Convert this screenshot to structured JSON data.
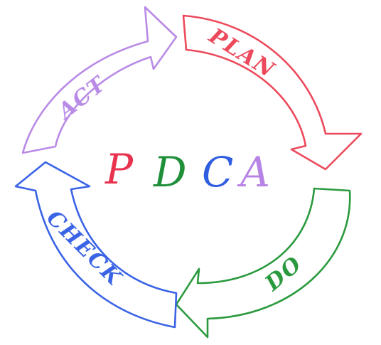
{
  "diagram": {
    "center": [
      {
        "letter": "P",
        "color": "#e8334f"
      },
      {
        "letter": "D",
        "color": "#1f8f3a"
      },
      {
        "letter": "C",
        "color": "#2f5ee0"
      },
      {
        "letter": "A",
        "color": "#b784e6"
      }
    ],
    "stages": {
      "plan": {
        "label": "PLAN",
        "color": "#ec4a5c"
      },
      "do": {
        "label": "DO",
        "color": "#2b9a3f"
      },
      "check": {
        "label": "CHECK",
        "color": "#3a63e6"
      },
      "act": {
        "label": "ACT",
        "color": "#b98be6"
      }
    }
  }
}
